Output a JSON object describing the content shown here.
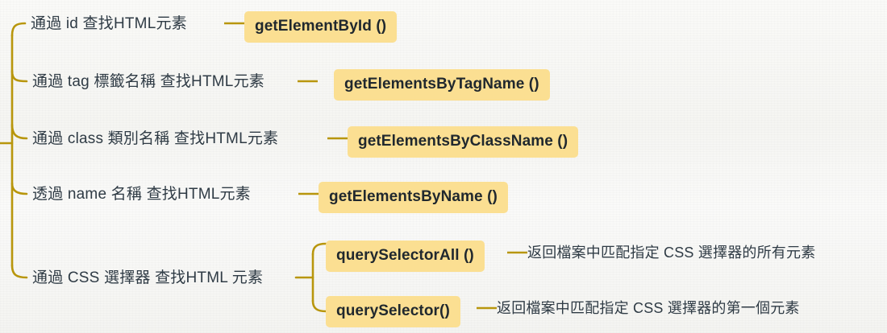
{
  "diagram": {
    "type": "mind-map",
    "title_implicit": "JavaScript DOM 查找 HTML 元素的方法",
    "colors": {
      "background": "#f8f8f6",
      "branch_line": "#b8960c",
      "connector_line": "#b8960c",
      "badge_fill": "#fbdf92",
      "badge_text": "#20282e",
      "label_text": "#2f3b45"
    },
    "branches": [
      {
        "label": "通過 id 查找HTML元素",
        "method": "getElementById ()",
        "descriptions": []
      },
      {
        "label": "通過 tag 標籤名稱 查找HTML元素",
        "method": "getElementsByTagName ()",
        "descriptions": []
      },
      {
        "label": "通過 class 類別名稱 查找HTML元素",
        "method": "getElementsByClassName ()",
        "descriptions": []
      },
      {
        "label": "透過 name 名稱 查找HTML元素",
        "method": "getElementsByName ()",
        "descriptions": []
      },
      {
        "label": "通過 CSS 選擇器 查找HTML 元素",
        "method": null,
        "children": [
          {
            "method": "querySelectorAll ()",
            "description": "返回檔案中匹配指定 CSS 選擇器的所有元素"
          },
          {
            "method": "querySelector()",
            "description": "返回檔案中匹配指定 CSS 選擇器的第一個元素"
          }
        ]
      }
    ]
  }
}
